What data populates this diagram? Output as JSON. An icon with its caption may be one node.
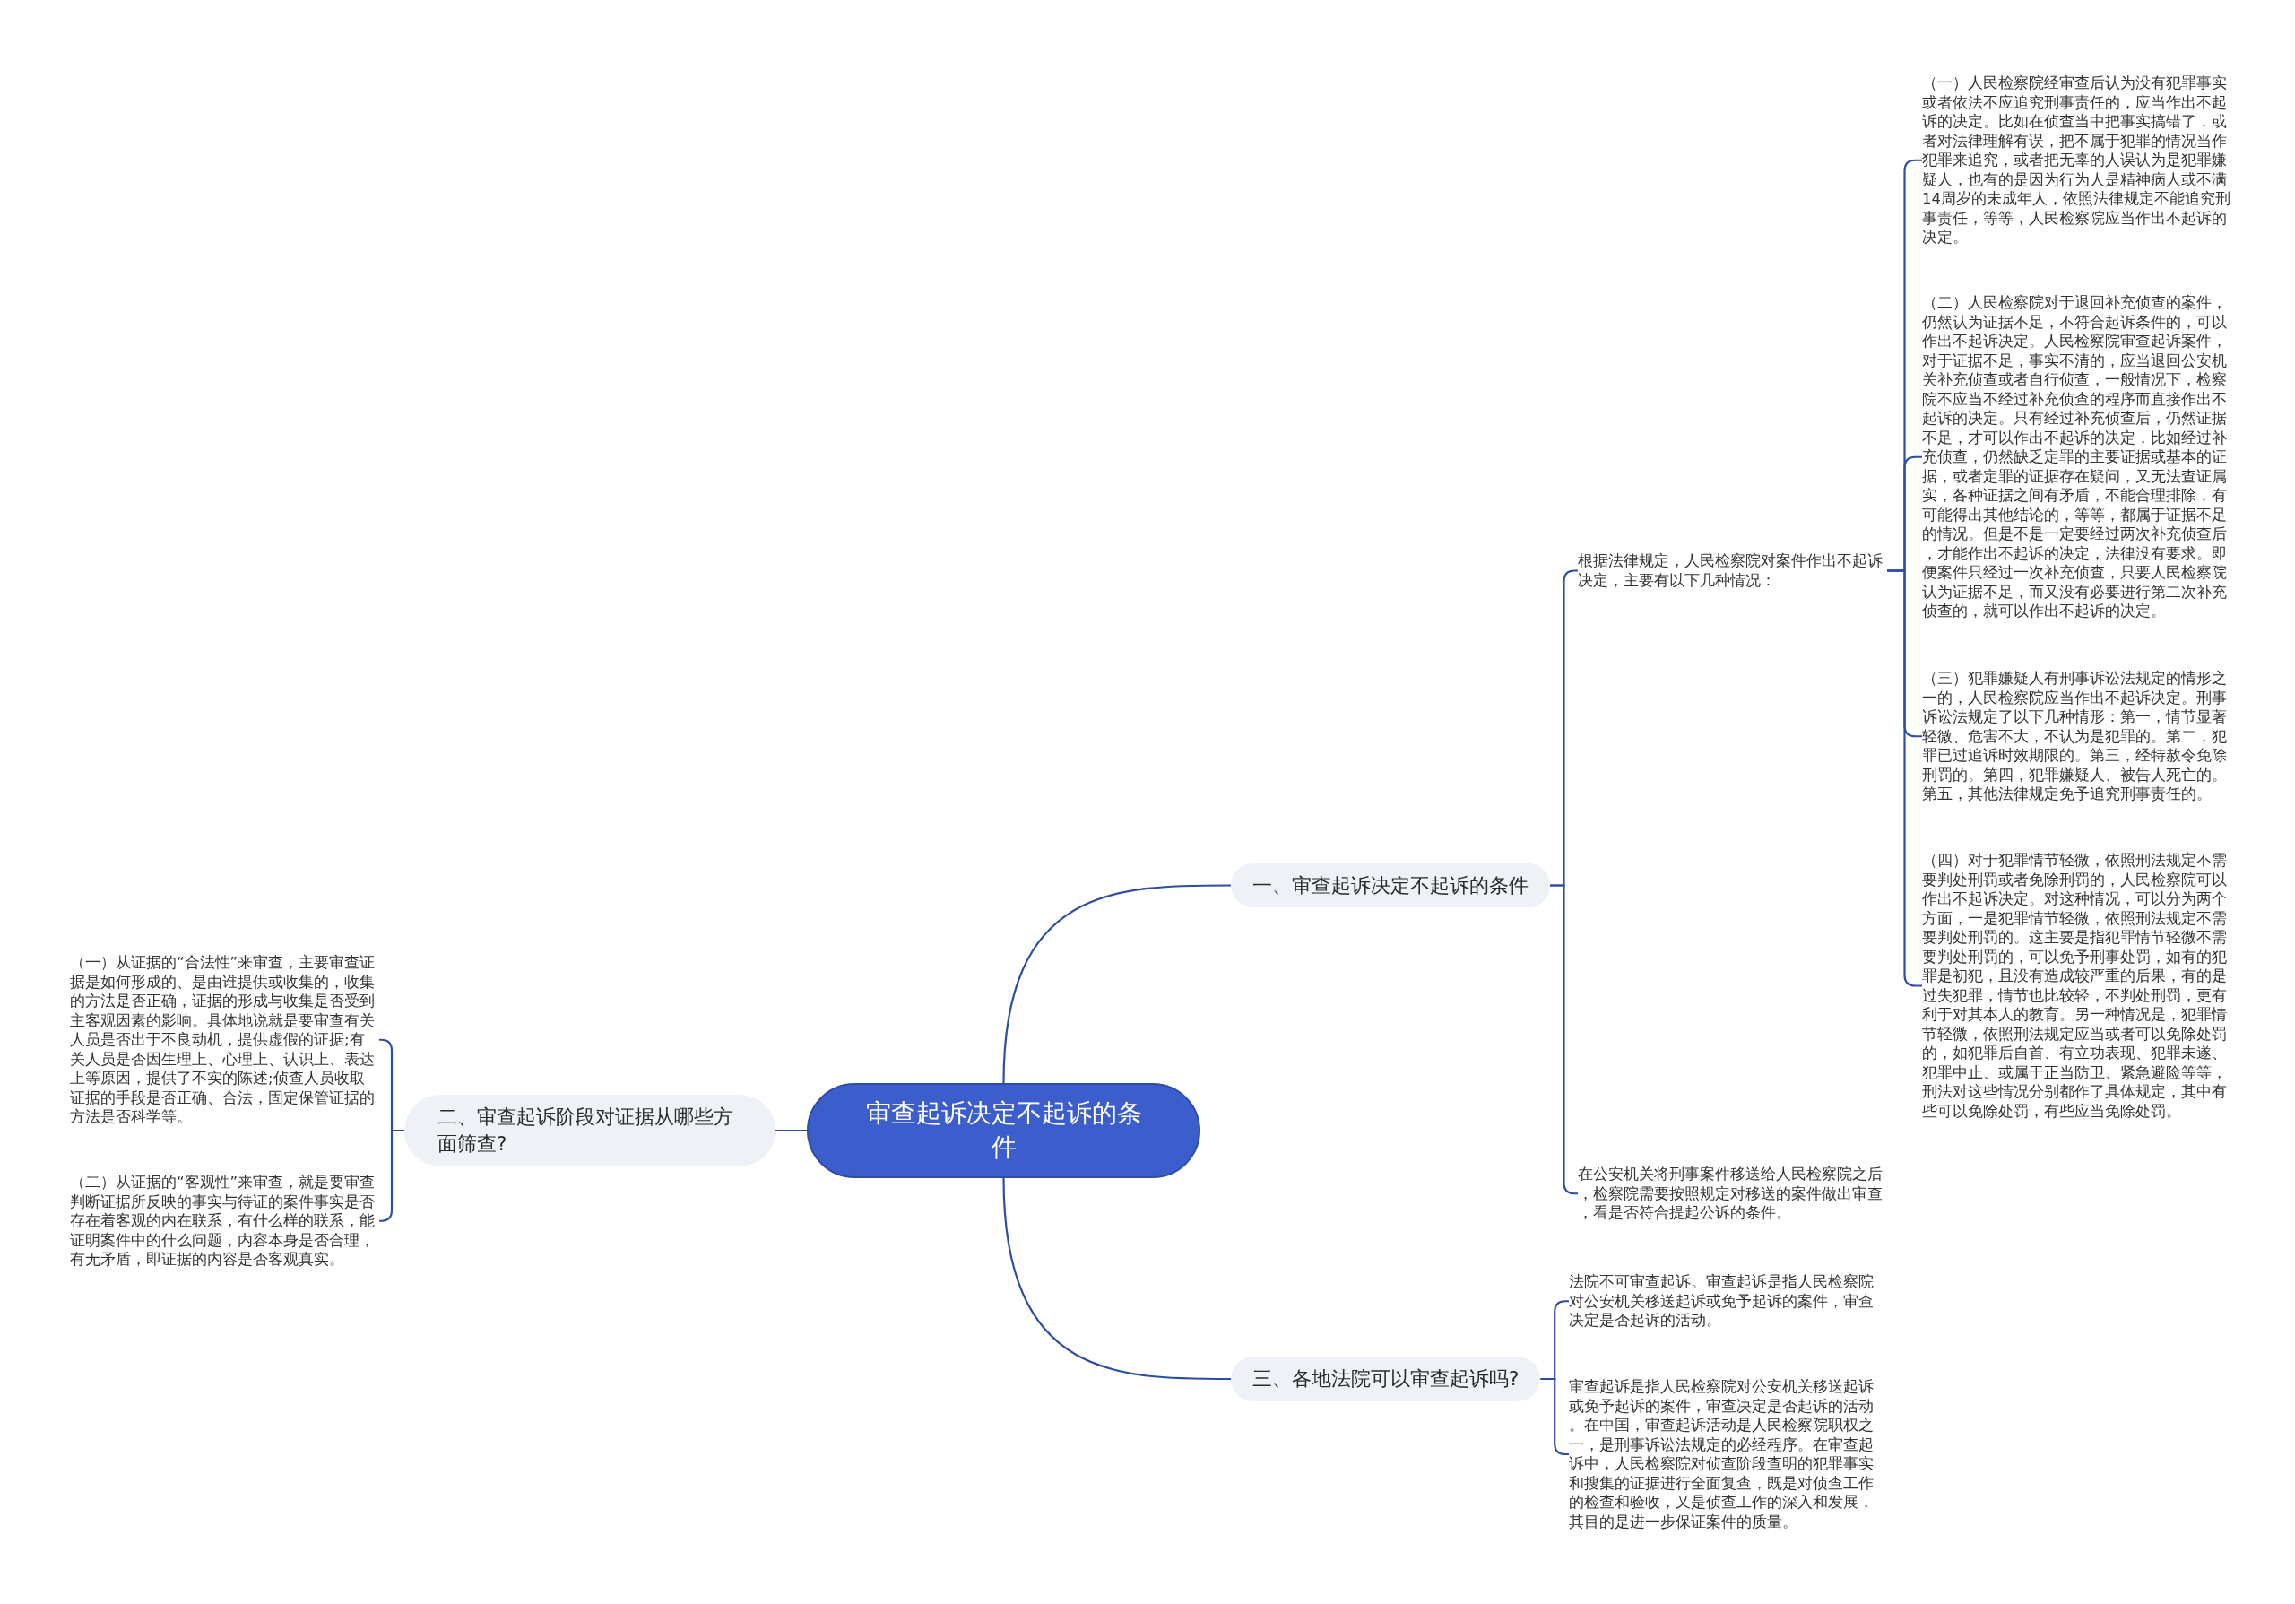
{
  "diagram": {
    "nodes": [
      {
        "text": [
          "审查起诉决定不起诉的条件"
        ]
      },
      {
        "text": [
          "一、审查起诉决定不起诉的条件"
        ]
      },
      {
        "text": [
          "根据法律规定，人民检察院对案件作出不起诉决定，主要有以下几种情况："
        ]
      },
      {
        "text": [
          "（一）人民检察院经审查后认为没有犯罪事实或者依法不应追究刑事责任的，应当作出不起诉的决定。比如在侦查当中把事实搞错了，或者对法律理解有误，把不属于犯罪的情况当作犯罪来追究，或者把无辜的人误认为是犯罪嫌疑人，也有的是因为行为人是精神病人或不满14周岁的未成年人，依照法律规定不能追究刑事责任，等等，人民检察院应当作出不起诉的决定。"
        ]
      },
      {
        "text": [
          "（二）人民检察院对于退回补充侦查的案件，仍然认为证据不足，不符合起诉条件的，可以作出不起诉决定。人民检察院审查起诉案件，对于证据不足，事实不清的，应当退回公安机关补充侦查或者自行侦查，一般情况下，检察院不应当不经过补充侦查的程序而直接作出不起诉的决定。只有经过补充侦查后，仍然证据不足，才可以作出不起诉的决定，比如经过补充侦查，仍然缺乏定罪的主要证据或基本的证据，或者定罪的证据存在疑问，又无法查证属实，各种证据之间有矛盾，不能合理排除，有可能得出其他结论的，等等，都属于证据不足的情况。但是不是一定要经过两次补充侦查后，才能作出不起诉的决定，法律没有要求。即便案件只经过一次补充侦查，只要人民检察院认为证据不足，而又没有必要进行第二次补充侦查的，就可以作出不起诉的决定。"
        ]
      },
      {
        "text": [
          "（三）犯罪嫌疑人有刑事诉讼法规定的情形之一的，人民检察院应当作出不起诉决定。刑事诉讼法规定了以下几种情形：第一，情节显著轻微、危害不大，不认为是犯罪的。第二，犯罪已过追诉时效期限的。第三，经特赦令免除刑罚的。第四，犯罪嫌疑人、被告人死亡的。第五，其他法律规定免予追究刑事责任的。"
        ]
      },
      {
        "text": [
          "（四）对于犯罪情节轻微，依照刑法规定不需要判处刑罚或者免除刑罚的，人民检察院可以作出不起诉决定。对这种情况，可以分为两个方面，一是犯罪情节轻微，依照刑法规定不需要判处刑罚的。这主要是指犯罪情节轻微不需要判处刑罚的，可以免予刑事处罚，如有的犯罪是初犯，且没有造成较严重的后果，有的是过失犯罪，情节也比较轻，不判处刑罚，更有利于对其本人的教育。另一种情况是，犯罪情节轻微，依照刑法规定应当或者可以免除处罚的，如犯罪后自首、有立功表现、犯罪未遂、犯罪中止、或属于正当防卫、紧急避险等等，刑法对这些情况分别都作了具体规定，其中有些可以免除处罚，有些应当免除处罚。"
        ]
      },
      {
        "text": [
          "在公安机关将刑事案件移送给人民检察院之后，检察院需要按照规定对移送的案件做出审查，看是否符合提起公诉的条件。"
        ]
      },
      {
        "text": [
          "二、审查起诉阶段对证据从哪些方面筛查?"
        ]
      },
      {
        "text": [
          "（一）从证据的“合法性”来审查，主要审查证据是如何形成的、是由谁提供或收集的，收集的方法是否正确，证据的形成与收集是否受到主客观因素的影响。具体地说就是要审查有关人员是否出于不良动机，提供虚假的证据;有关人员是否因生理上、心理上、认识上、表达上等原因，提供了不实的陈述;侦查人员收取证据的手段是否正确、合法，固定保管证据的方法是否科学等。"
        ]
      },
      {
        "text": [
          "（二）从证据的“客观性”来审查，就是要审查判断证据所反映的事实与待证的案件事实是否存在着客观的内在联系，有什么样的联系，能证明案件中的什么问题，内容本身是否合理，有无矛盾，即证据的内容是否客观真实。"
        ]
      },
      {
        "text": [
          "三、各地法院可以审查起诉吗?"
        ]
      },
      {
        "text": [
          "法院不可审查起诉。审查起诉是指人民检察院对公安机关移送起诉或免予起诉的案件，审查决定是否起诉的活动。"
        ]
      },
      {
        "text": [
          "审查起诉是指人民检察院对公安机关移送起诉或免予起诉的案件，审查决定是否起诉的活动。在中国，审查起诉活动是人民检察院职权之一，是刑事诉讼法规定的必经程序。在审查起诉中，人民检察院对侦查阶段查明的犯罪事实和搜集的证据进行全面复查，既是对侦查工作的检查和验收，又是侦查工作的深入和发展，其目的是进一步保证案件的质量。"
        ]
      }
    ],
    "edges": [
      {
        "from": 0,
        "to": 1,
        "arrow": "none"
      },
      {
        "from": 1,
        "to": 2,
        "arrow": "none"
      },
      {
        "from": 2,
        "to": 3,
        "arrow": "none"
      },
      {
        "from": 2,
        "to": 4,
        "arrow": "none"
      },
      {
        "from": 2,
        "to": 5,
        "arrow": "none"
      },
      {
        "from": 2,
        "to": 6,
        "arrow": "none"
      },
      {
        "from": 1,
        "to": 7,
        "arrow": "none"
      },
      {
        "from": 0,
        "to": 8,
        "arrow": "none"
      },
      {
        "from": 8,
        "to": 9,
        "arrow": "none"
      },
      {
        "from": 8,
        "to": 10,
        "arrow": "none"
      },
      {
        "from": 0,
        "to": 11,
        "arrow": "none"
      },
      {
        "from": 11,
        "to": 12,
        "arrow": "none"
      },
      {
        "from": 11,
        "to": 13,
        "arrow": "none"
      }
    ]
  }
}
